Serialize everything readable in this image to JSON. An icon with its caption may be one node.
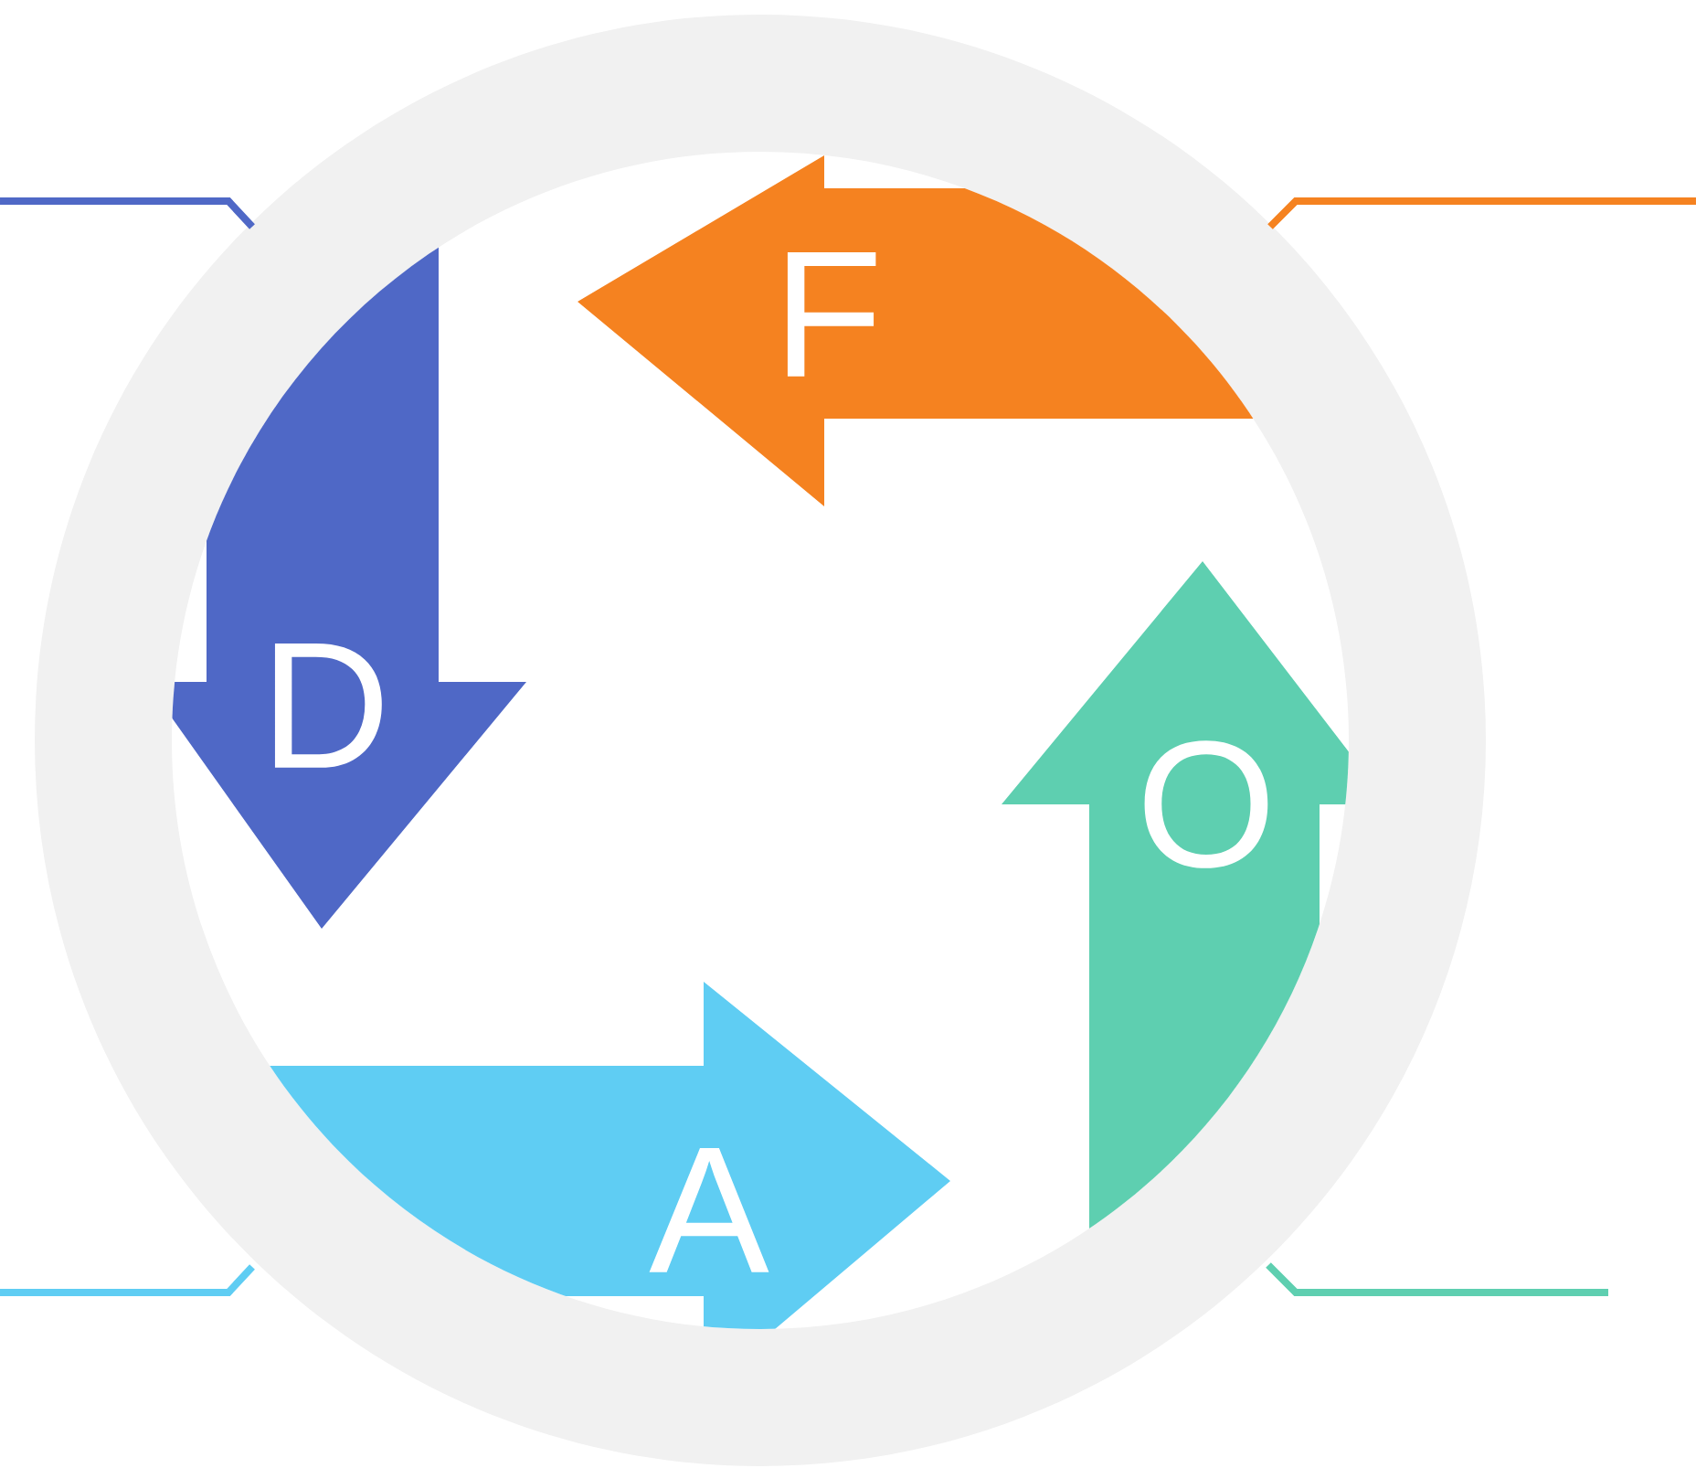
{
  "diagram": {
    "nodes": [
      {
        "text": [
          "F"
        ]
      },
      {
        "text": [
          "D"
        ]
      },
      {
        "text": [
          "O"
        ]
      },
      {
        "text": [
          "A"
        ]
      }
    ],
    "edges": [
      {
        "from": 0,
        "to": null,
        "arrow": "none",
        "color": "#f58220"
      },
      {
        "from": 1,
        "to": null,
        "arrow": "none",
        "color": "#4f68c6"
      },
      {
        "from": 2,
        "to": null,
        "arrow": "none",
        "color": "#5ecfb0"
      },
      {
        "from": 3,
        "to": null,
        "arrow": "none",
        "color": "#5fcdf3"
      }
    ]
  }
}
